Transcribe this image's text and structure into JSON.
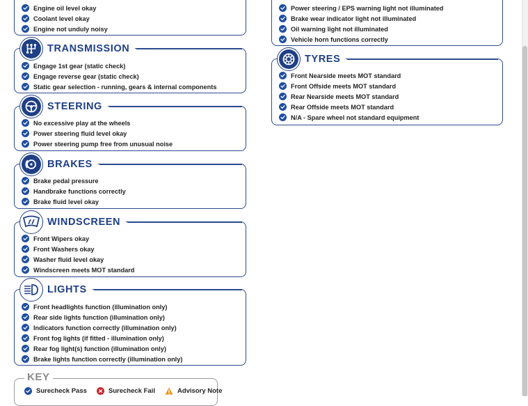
{
  "left_sections": [
    {
      "name": "",
      "items": [
        "Engine oil level okay",
        "Coolant level okay",
        "Engine not unduly noisy"
      ]
    },
    {
      "name": "TRANSMISSION",
      "icon": "gearbox-icon",
      "items": [
        "Engage 1st gear (static check)",
        "Engage reverse gear (static check)",
        "Static gear selection - running, gears & internal components"
      ]
    },
    {
      "name": "STEERING",
      "icon": "steering-wheel-icon",
      "items": [
        "No excessive play at the wheels",
        "Power steering fluid level okay",
        "Power steering pump free from unusual noise"
      ]
    },
    {
      "name": "BRAKES",
      "icon": "brake-disc-icon",
      "items": [
        "Brake pedal pressure",
        "Handbrake functions correctly",
        "Brake fluid level okay"
      ]
    },
    {
      "name": "WINDSCREEN",
      "icon": "windscreen-icon",
      "items": [
        "Front Wipers okay",
        "Front Washers okay",
        "Washer fluid level okay",
        "Windscreen meets MOT standard"
      ]
    },
    {
      "name": "LIGHTS",
      "icon": "headlight-icon",
      "items": [
        "Front headlights function (illumination only)",
        "Rear side lights function (illumination only)",
        "Indicators function correctly (illumination only)",
        "Front fog lights (if fitted - illumination only)",
        "Rear fog light(s) function (illumination only)",
        "Brake lights function correctly (illumination only)"
      ]
    }
  ],
  "right_sections": [
    {
      "name": "",
      "items": [
        "Power steering / EPS warning light not illuminated",
        "Brake wear indicator light not illuminated",
        "Oil warning light not illuminated",
        "Vehicle horn functions correctly"
      ]
    },
    {
      "name": "TYRES",
      "icon": "tyre-icon",
      "items": [
        "Front Nearside meets MOT standard",
        "Front Offside meets MOT standard",
        "Rear Nearside meets MOT standard",
        "Rear Offside meets MOT standard",
        "N/A - Spare wheel not standard equipment"
      ]
    }
  ],
  "key": {
    "title": "KEY",
    "pass": "Surecheck Pass",
    "fail": "Surecheck Fail",
    "advisory": "Advisory Note"
  },
  "colors": {
    "brand_blue": "#1f3f86",
    "check_blue": "#1f4fa0",
    "fail_red": "#c9252c",
    "advisory_orange": "#e8961e"
  }
}
